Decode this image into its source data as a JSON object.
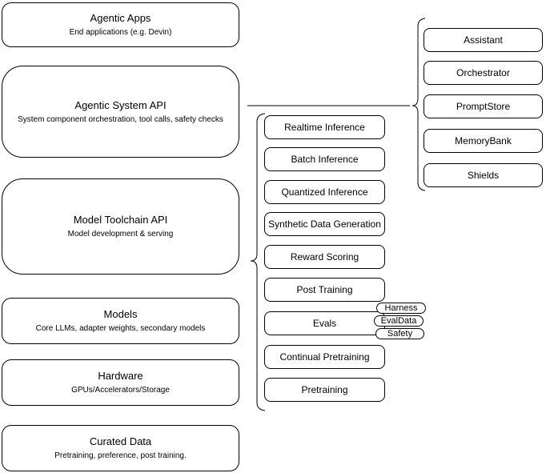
{
  "diagram": {
    "left_column": {
      "boxes": [
        {
          "title": "Agentic Apps",
          "subtitle": "End applications (e.g. Devin)"
        },
        {
          "title": "Agentic System API",
          "subtitle": "System component orchestration, tool calls, safety checks"
        },
        {
          "title": "Model Toolchain API",
          "subtitle": "Model development & serving"
        },
        {
          "title": "Models",
          "subtitle": "Core LLMs, adapter weights, secondary models"
        },
        {
          "title": "Hardware",
          "subtitle": "GPUs/Accelerators/Storage"
        },
        {
          "title": "Curated Data",
          "subtitle": "Pretraining, preference, post training."
        }
      ]
    },
    "toolchain_services": {
      "items": [
        "Realtime Inference",
        "Batch Inference",
        "Quantized Inference",
        "Synthetic Data Generation",
        "Reward Scoring",
        "Post Training",
        "Evals",
        "Continual Pretraining",
        "Pretraining"
      ]
    },
    "eval_tags": [
      "Harness",
      "EvalData",
      "Safety"
    ],
    "system_components": {
      "items": [
        "Assistant",
        "Orchestrator",
        "PromptStore",
        "MemoryBank",
        "Shields"
      ]
    },
    "colors": {
      "stroke": "#000000",
      "fill": "#ffffff",
      "text": "#000000",
      "background": "#ffffff"
    }
  }
}
